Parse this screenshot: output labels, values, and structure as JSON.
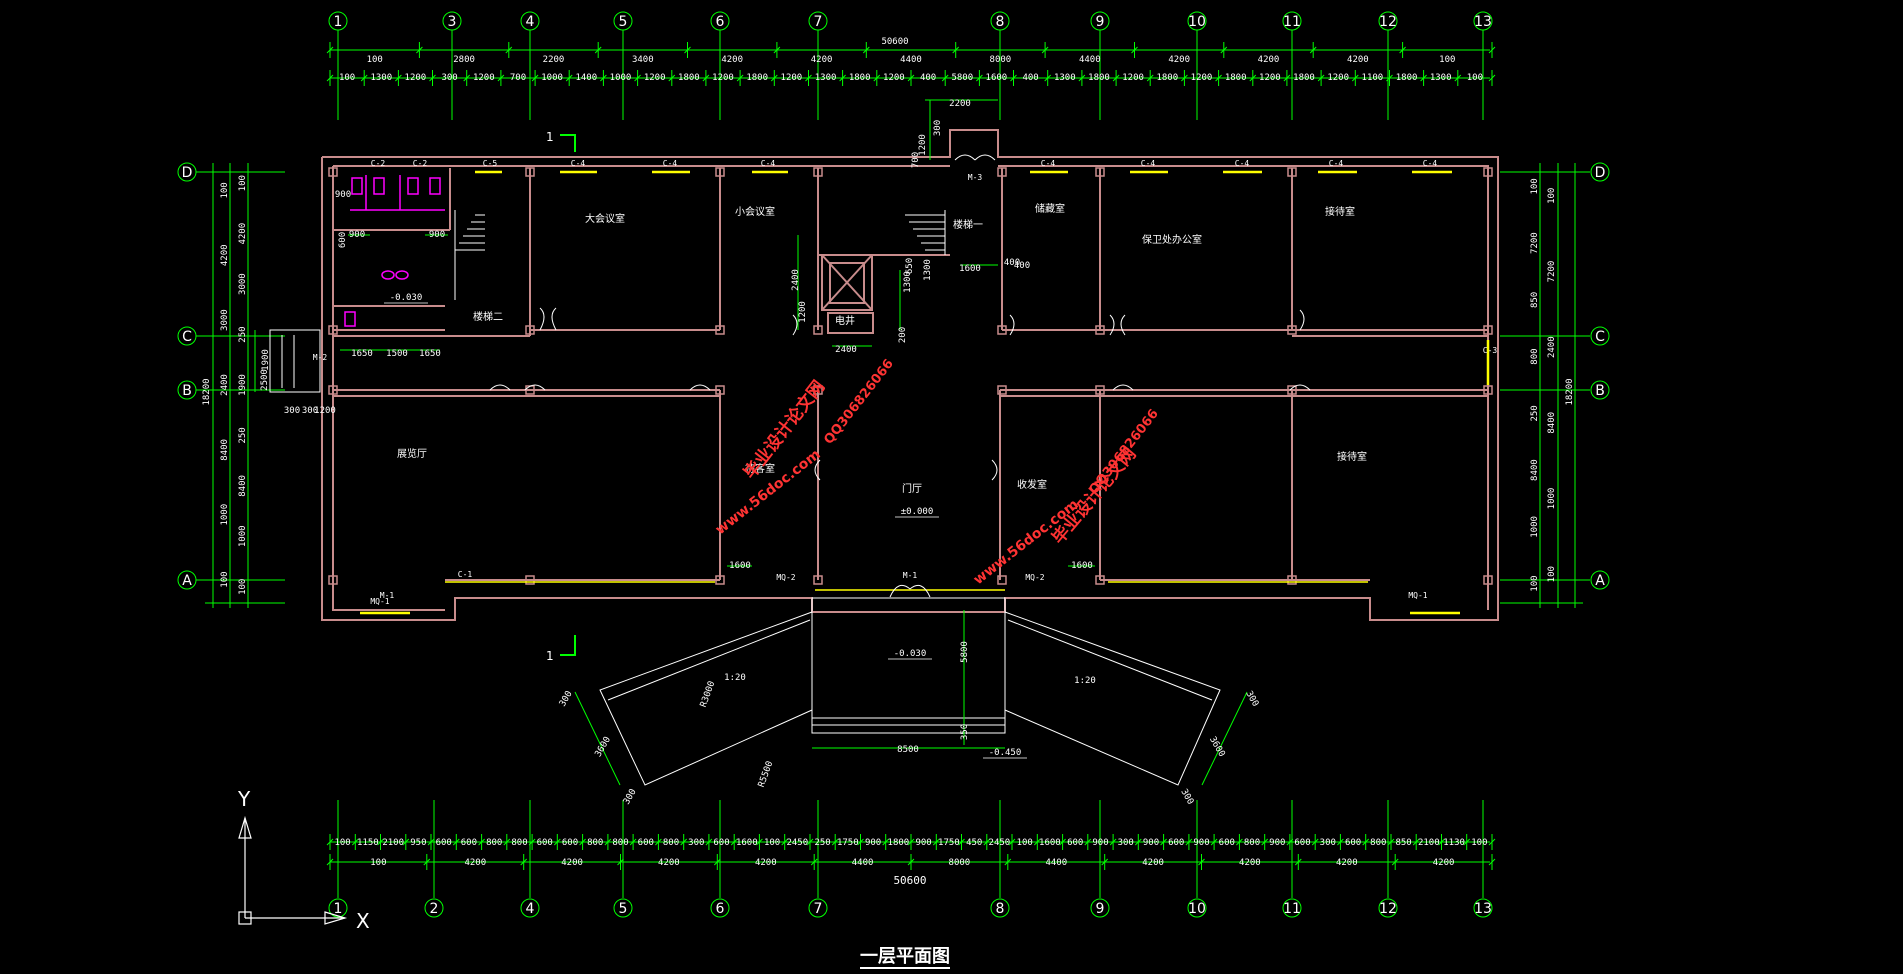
{
  "drawing": {
    "title": "一层平面图",
    "overall_dimension": "50600",
    "top_axes": [
      "1",
      "3",
      "4",
      "5",
      "6",
      "7",
      "8",
      "9",
      "10",
      "11",
      "12",
      "13"
    ],
    "bottom_axes": [
      "1",
      "2",
      "4",
      "5",
      "6",
      "7",
      "8",
      "9",
      "10",
      "11",
      "12",
      "13"
    ],
    "side_axes": [
      "D",
      "C",
      "B",
      "A"
    ],
    "top_dims_row1": [
      "100",
      "2800",
      "2200",
      "3400",
      "4200",
      "4200",
      "4400",
      "8000",
      "4400",
      "4200",
      "4200",
      "4200",
      "100"
    ],
    "top_dims_row2": [
      "100",
      "1300",
      "1200",
      "300",
      "1200",
      "700",
      "1000",
      "1400",
      "1000",
      "1200",
      "1800",
      "1200",
      "1800",
      "1200",
      "1300",
      "1800",
      "1200",
      "400",
      "5800",
      "1600",
      "400",
      "1300",
      "1800",
      "1200",
      "1800",
      "1200",
      "1800",
      "1200",
      "1800",
      "1200",
      "1100",
      "1800",
      "1300",
      "100"
    ],
    "bottom_dims_row1": [
      "100",
      "1150",
      "2100",
      "950",
      "600",
      "600",
      "800",
      "800",
      "600",
      "600",
      "800",
      "800",
      "600",
      "800",
      "300",
      "600",
      "1600",
      "100",
      "2450",
      "250",
      "1750",
      "900",
      "1800",
      "900",
      "1750",
      "450",
      "2450",
      "100",
      "1600",
      "600",
      "900",
      "300",
      "900",
      "600",
      "900",
      "600",
      "800",
      "900",
      "600",
      "300",
      "600",
      "800",
      "850",
      "2100",
      "1130",
      "100"
    ],
    "bottom_dims_row2": [
      "100",
      "4200",
      "4200",
      "4200",
      "4200",
      "4400",
      "8000",
      "4400",
      "4200",
      "4200",
      "4200",
      "4200"
    ],
    "left_dims_outer": [
      "100",
      "4200",
      "3000",
      "2400",
      "8400",
      "1000",
      "100"
    ],
    "left_dims_inner": [
      "100",
      "4200",
      "3000",
      "250",
      "1900",
      "250",
      "8400",
      "1000",
      "100"
    ],
    "left_total": "18200",
    "right_dims_outer": [
      "100",
      "7200",
      "2400",
      "8400",
      "1000",
      "100"
    ],
    "right_dims_inner": [
      "100",
      "7200",
      "850",
      "800",
      "250",
      "8400",
      "1000",
      "100"
    ],
    "right_total": "18200",
    "rooms": [
      "大会议室",
      "小会议室",
      "楼梯一",
      "储藏室",
      "保卫处办公室",
      "接待室",
      "楼梯二",
      "展览厅",
      "门厅",
      "收发室",
      "接待室",
      "待客室",
      "电井"
    ],
    "levels": [
      "-0.030",
      "±0.000",
      "-0.030",
      "-0.450"
    ],
    "windows": [
      "C-2",
      "C-2",
      "C-5",
      "C-4",
      "C-4",
      "C-4",
      "C-4",
      "C-4",
      "C-4",
      "C-4",
      "C-4",
      "M-3",
      "M-2",
      "M-1",
      "MQ-1",
      "MQ-2",
      "MQ-2",
      "MQ-1",
      "M-1",
      "C-1",
      "C-3"
    ],
    "misc_dims": [
      "2200",
      "300",
      "1200",
      "700",
      "900",
      "900",
      "600",
      "900",
      "1650",
      "1500",
      "1650",
      "1600",
      "400",
      "2400",
      "1200",
      "2400",
      "1600",
      "1600",
      "8500",
      "5800",
      "350",
      "300",
      "300",
      "1200",
      "1300",
      "1900",
      "2500",
      "650",
      "1300",
      "400",
      "200"
    ],
    "ramp_labels": [
      "R3000",
      "1:20",
      "R5500",
      "1:20",
      "300",
      "3600",
      "300",
      "300",
      "3600",
      "300"
    ],
    "section_mark": "1",
    "watermarks": [
      "毕业设计论文网",
      "www.56doc.com",
      "QQ306826066"
    ],
    "ucs": {
      "x": "X",
      "y": "Y"
    }
  },
  "colors": {
    "background": "#000000",
    "dimension": "#00ff00",
    "wall": "#c88c8c",
    "text": "#ffffff",
    "window": "#ffff00",
    "fixture": "#ff00ff",
    "watermark": "#ff3333"
  }
}
